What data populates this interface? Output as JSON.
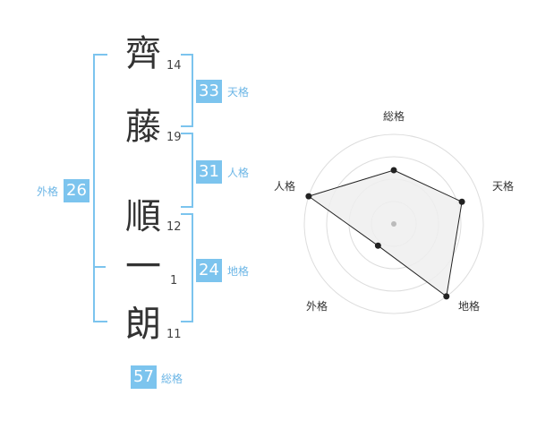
{
  "name": {
    "chars": [
      {
        "char": "齊",
        "strokes": "14"
      },
      {
        "char": "藤",
        "strokes": "19"
      },
      {
        "char": "順",
        "strokes": "12"
      },
      {
        "char": "一",
        "strokes": "1"
      },
      {
        "char": "朗",
        "strokes": "11"
      }
    ]
  },
  "grades": {
    "tenkaku": {
      "value": "33",
      "label": "天格"
    },
    "jinkaku": {
      "value": "31",
      "label": "人格"
    },
    "chikaku": {
      "value": "24",
      "label": "地格"
    },
    "gaikaku": {
      "value": "26",
      "label": "外格"
    },
    "soukaku": {
      "value": "57",
      "label": "総格"
    }
  },
  "colors": {
    "accent": "#7cc4ee",
    "label": "#6cb6e6",
    "text": "#333333"
  },
  "chart_data": {
    "type": "radar",
    "axes": [
      "総格",
      "天格",
      "地格",
      "外格",
      "人格"
    ],
    "values": [
      3,
      4,
      5,
      1.5,
      5
    ],
    "rmax": 5,
    "rings": 4,
    "fill": "#eeeeee"
  }
}
